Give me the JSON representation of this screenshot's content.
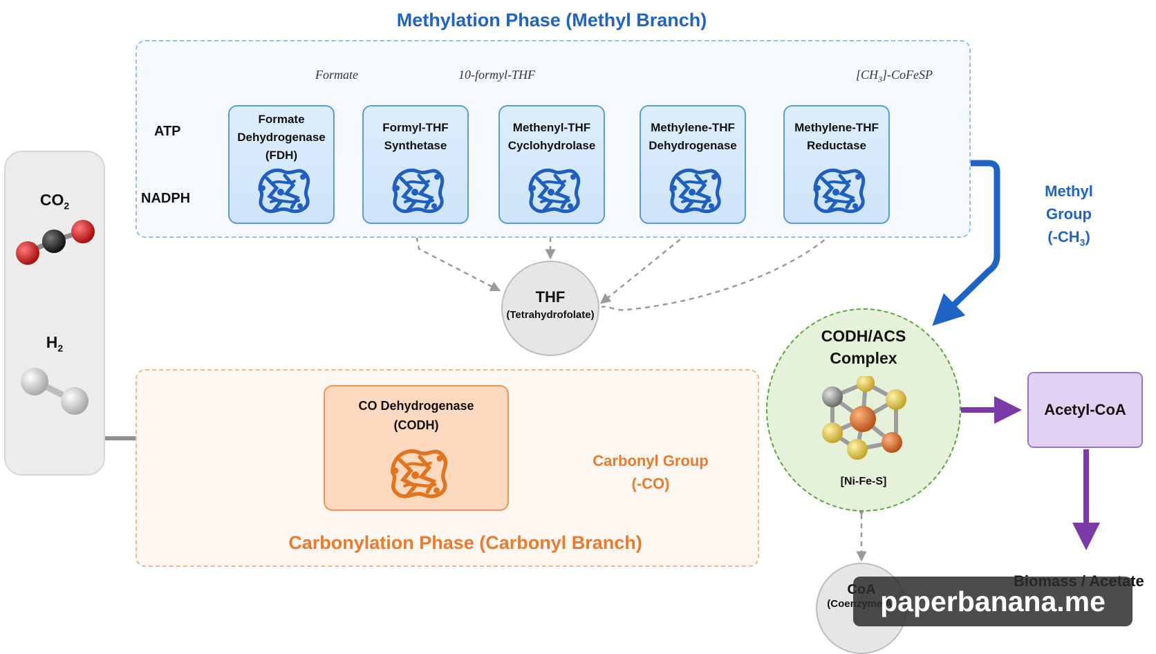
{
  "methyl_phase": {
    "title": "Methylation Phase (Methyl Branch)",
    "inputs": {
      "atp": "ATP",
      "nadph": "NADPH"
    },
    "notes": {
      "formate": "Formate",
      "formyl_thf": "10-formyl-THF",
      "cofesp_prefix": "[CH",
      "cofesp_sub": "3",
      "cofesp_suffix": "]-CoFeSP"
    },
    "enzymes": [
      "Formate\nDehydrogenase\n(FDH)",
      "Formyl-THF\nSynthetase",
      "Methenyl-THF\nCyclohydrolase",
      "Methylene-THF\nDehydrogenase",
      "Methylene-THF\nReductase"
    ],
    "output_label": "Methyl Group\n(-CH",
    "output_label_sub": "3",
    "output_label_suffix": ")",
    "thf": {
      "name": "THF",
      "full": "(Tetrahydrofolate)"
    }
  },
  "reactants": {
    "co2": "CO",
    "co2_sub": "2",
    "h2": "H",
    "h2_sub": "2"
  },
  "carbonyl_phase": {
    "title": "Carbonylation Phase (Carbonyl Branch)",
    "enzyme": "CO Dehydrogenase\n(CODH)",
    "output_label": "Carbonyl Group\n(-CO)"
  },
  "complex": {
    "name": "CODH/ACS\nComplex",
    "cluster": "[Ni-Fe-S]"
  },
  "product": {
    "name": "Acetyl-CoA",
    "final": "Biomass / Acetate"
  },
  "coa": {
    "name": "CoA",
    "full": "(Coenzyme A)"
  },
  "watermark": "paperbanana.me",
  "colors": {
    "methyl": "#1f63c4",
    "carbonyl": "#ea7a2d",
    "product": "#7b3aa8",
    "flow_grey": "#8f8f8f",
    "complex_border": "#5aa43c",
    "protein_blue": "#1e5fbf",
    "protein_orange": "#e2741f"
  }
}
